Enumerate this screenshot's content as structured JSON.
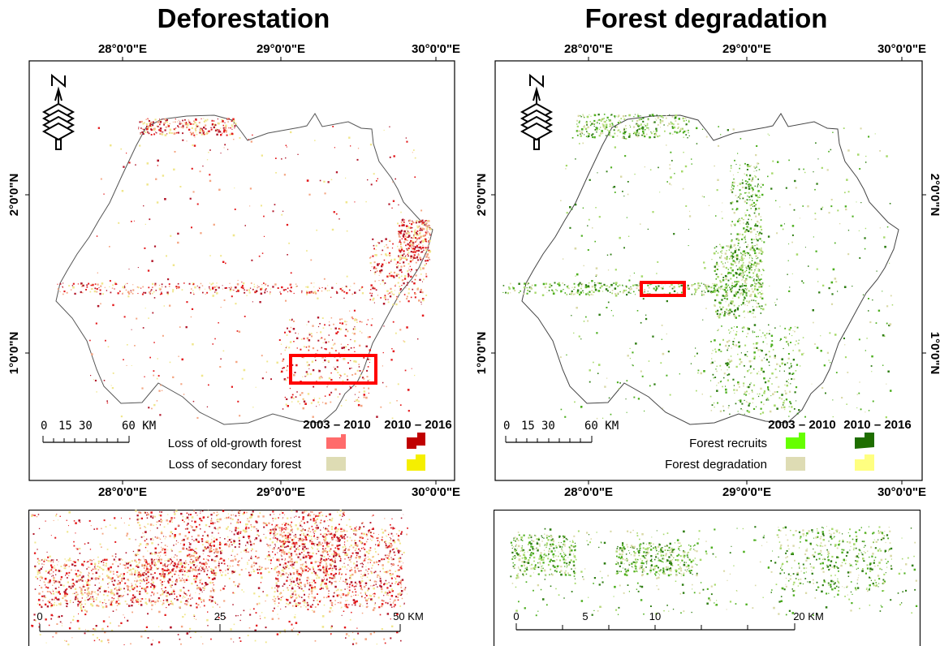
{
  "panels": [
    {
      "title": "Deforestation",
      "top_axis": [
        "28°0'0\"E",
        "29°0'0\"E",
        "30°0'0\"E"
      ],
      "bottom_axis": [
        "28°0'0\"E",
        "29°0'0\"E",
        "30°0'0\"E"
      ],
      "left_axis": [
        "2°0'0\"N",
        "1°0'0\"N"
      ],
      "right_axis": [],
      "scalebar": [
        "0",
        "15",
        "30",
        "60 KM"
      ],
      "legend": {
        "period1": "2003 – 2010",
        "period2": "2010 – 2016",
        "rows": [
          {
            "label": "Loss of old-growth forest",
            "color1": "#ff6b6b",
            "color2": "#c00000"
          },
          {
            "label": "Loss of secondary forest",
            "color1": "#dedcb4",
            "color2": "#f5ef00"
          }
        ]
      },
      "dot_colors": [
        "#e31a1c",
        "#f4a582",
        "#f0e68c",
        "#b2182b"
      ],
      "zoom_scalebar": [
        "0",
        "25",
        "50 KM"
      ]
    },
    {
      "title": "Forest degradation",
      "top_axis": [
        "28°0'0\"E",
        "29°0'0\"E",
        "30°0'0\"E"
      ],
      "bottom_axis": [
        "28°0'0\"E",
        "29°0'0\"E",
        "30°0'0\"E"
      ],
      "left_axis": [
        "2°0'0\"N",
        "1°0'0\"N"
      ],
      "right_axis": [
        "2°0'0\"N",
        "1°0'0\"N"
      ],
      "scalebar": [
        "0",
        "15",
        "30",
        "60 KM"
      ],
      "legend": {
        "period1": "2003 – 2010",
        "period2": "2010 – 2016",
        "rows": [
          {
            "label": "Forest recruits",
            "color1": "#66ff00",
            "color2": "#1e6e00"
          },
          {
            "label": "Forest degradation",
            "color1": "#dedcb4",
            "color2": "#ffff80"
          }
        ]
      },
      "dot_colors": [
        "#4daf1f",
        "#2e7d12",
        "#d9d9a6",
        "#a6d96a"
      ],
      "zoom_scalebar": [
        "0",
        "5",
        "10",
        "20 KM"
      ]
    }
  ],
  "colors": {
    "highlight": "#ff0000",
    "outline": "#555555"
  }
}
